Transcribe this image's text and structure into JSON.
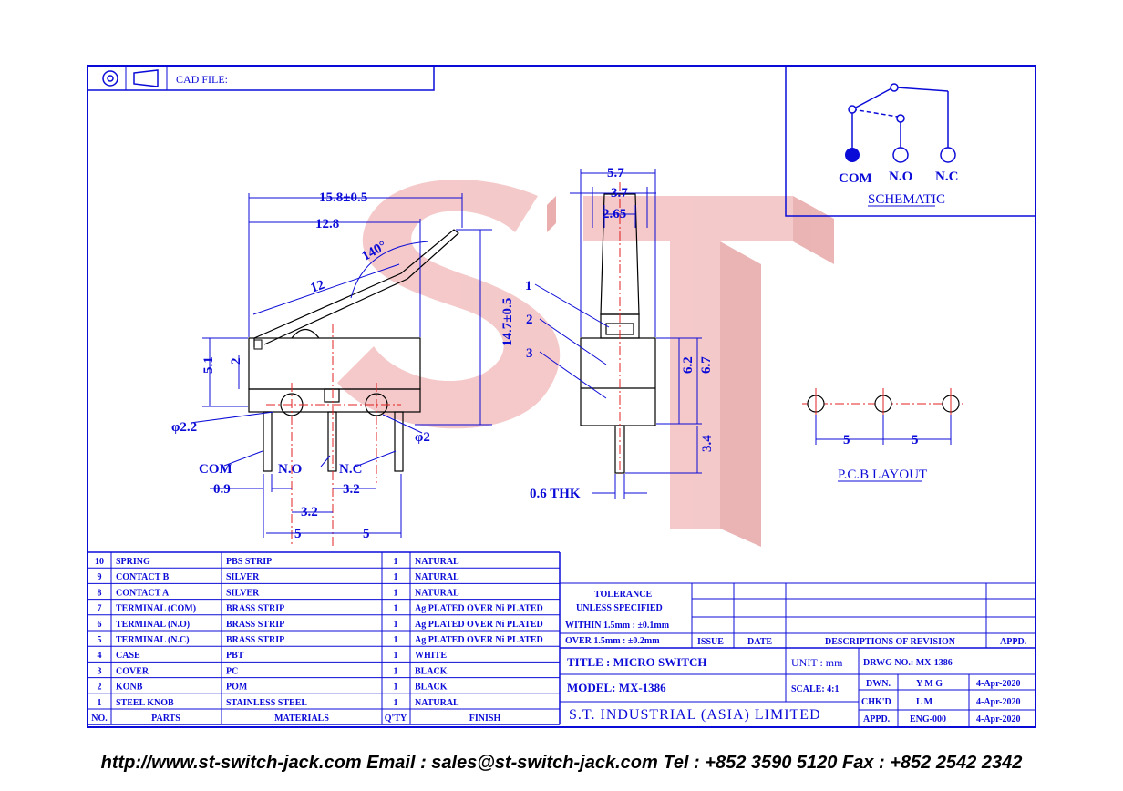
{
  "header": {
    "cad_file_label": "CAD FILE:"
  },
  "schematic": {
    "labels": [
      "COM",
      "N.O",
      "N.C"
    ],
    "title": "SCHEMATIC"
  },
  "dimensions": {
    "overall_length": "15.8±0.5",
    "body_length": "12.8",
    "lever_length": "12",
    "lever_angle": "140°",
    "height": "14.7±0.5",
    "body_height": "5.1",
    "pin_offset_height": "2",
    "hole_dia_left": "φ2.2",
    "hole_dia_right": "φ2",
    "terminal_com": "COM",
    "terminal_no": "N.O",
    "terminal_nc": "N.C",
    "pin_width": "0.9",
    "pitch_inner_left": "3.2",
    "pitch_inner_right": "3.2",
    "pitch_a": "5",
    "pitch_b": "5",
    "side_width": "5.7",
    "side_width2": "3.7",
    "side_width3": "2.65",
    "side_h1": "6.2",
    "side_h2": "6.7",
    "pin_length": "3.4",
    "thickness": "0.6 THK",
    "callouts": [
      "1",
      "2",
      "3"
    ],
    "pcb_pitch_a": "5",
    "pcb_pitch_b": "5",
    "pcb_title": "P.C.B LAYOUT"
  },
  "watermark": "ST",
  "parts_table": {
    "headers": [
      "NO.",
      "PARTS",
      "MATERIALS",
      "Q'TY",
      "FINISH"
    ],
    "rows": [
      [
        "10",
        "SPRING",
        "PBS STRIP",
        "1",
        "NATURAL"
      ],
      [
        "9",
        "CONTACT B",
        "SILVER",
        "1",
        "NATURAL"
      ],
      [
        "8",
        "CONTACT A",
        "SILVER",
        "1",
        "NATURAL"
      ],
      [
        "7",
        "TERMINAL (COM)",
        "BRASS STRIP",
        "1",
        "Ag PLATED OVER Ni PLATED"
      ],
      [
        "6",
        "TERMINAL (N.O)",
        "BRASS STRIP",
        "1",
        "Ag PLATED OVER Ni PLATED"
      ],
      [
        "5",
        "TERMINAL (N.C)",
        "BRASS STRIP",
        "1",
        "Ag PLATED OVER Ni PLATED"
      ],
      [
        "4",
        "CASE",
        "PBT",
        "1",
        "WHITE"
      ],
      [
        "3",
        "COVER",
        "PC",
        "1",
        "BLACK"
      ],
      [
        "2",
        "KONB",
        "POM",
        "1",
        "BLACK"
      ],
      [
        "1",
        "STEEL KNOB",
        "STAINLESS STEEL",
        "1",
        "NATURAL"
      ]
    ]
  },
  "title_block": {
    "tolerance_1": "TOLERANCE",
    "tolerance_2": "UNLESS   SPECIFIED",
    "tolerance_3": "WITHIN  1.5mm : ±0.1mm",
    "tolerance_4": "OVER    1.5mm : ±0.2mm",
    "issue": "ISSUE",
    "date": "DATE",
    "descriptions": "DESCRIPTIONS  OF  REVISION",
    "appd": "APPD.",
    "title": "TITLE : MICRO SWITCH",
    "unit": "UNIT :  mm",
    "drwg_no": "DRWG NO.: MX-1386",
    "model": "MODEL: MX-1386",
    "scale": "SCALE:  4:1",
    "dwn_label": "DWN.",
    "dwn_value": "Y M G",
    "dwn_date": "4-Apr-2020",
    "chkd_label": "CHK'D",
    "chkd_value": "L M",
    "chkd_date": "4-Apr-2020",
    "appd_label": "APPD.",
    "appd_value": "ENG-000",
    "appd_date": "4-Apr-2020",
    "company": "S.T.  INDUSTRIAL  (ASIA)  LIMITED"
  },
  "footer": "http://www.st-switch-jack.com  Email : sales@st-switch-jack.com  Tel : +852 3590 5120  Fax : +852 2542 2342",
  "colors": {
    "line": "#0b0bd8",
    "watermark": "#f2b8b8",
    "center": "#e02020"
  }
}
